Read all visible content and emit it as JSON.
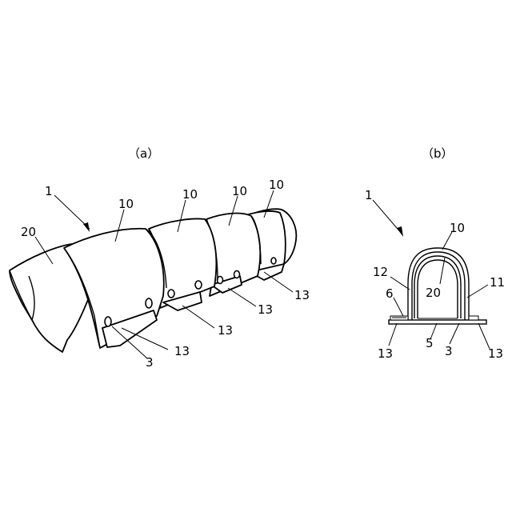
{
  "captions": {
    "a": "（a）",
    "b": "（b）"
  },
  "labels_a": {
    "assembly": "1",
    "tube": "20",
    "cover_1": "10",
    "cover_2": "10",
    "cover_3": "10",
    "cover_4": "10",
    "tab_1": "13",
    "tab_2": "13",
    "tab_3": "13",
    "tab_4": "13",
    "hole": "3"
  },
  "labels_b": {
    "assembly": "1",
    "cover": "10",
    "tube": "20",
    "side_left": "12",
    "side_right": "11",
    "part_6": "6",
    "tab_left": "13",
    "base": "5",
    "hole": "3",
    "tab_right": "13"
  },
  "colors": {
    "line": "#000000",
    "background": "#ffffff"
  }
}
